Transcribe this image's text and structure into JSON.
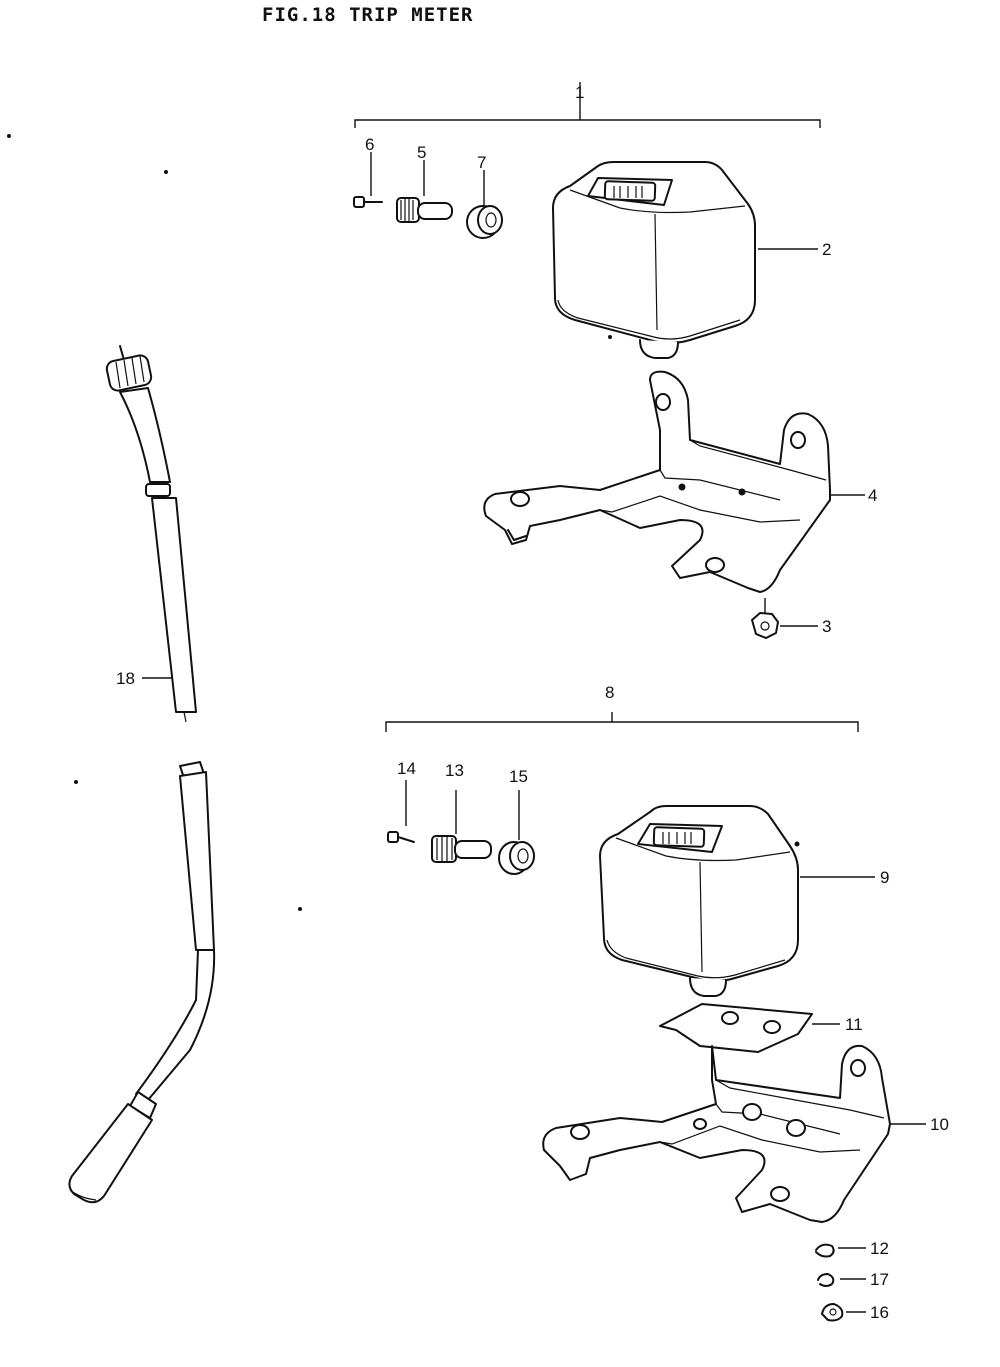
{
  "title": "FIG.18  TRIP METER",
  "callouts": {
    "c1": "1",
    "c2": "2",
    "c3": "3",
    "c4": "4",
    "c5": "5",
    "c6": "6",
    "c7": "7",
    "c8": "8",
    "c9": "9",
    "c10": "10",
    "c11": "11",
    "c12": "12",
    "c13": "13",
    "c14": "14",
    "c15": "15",
    "c16": "16",
    "c17": "17",
    "c18": "18"
  }
}
